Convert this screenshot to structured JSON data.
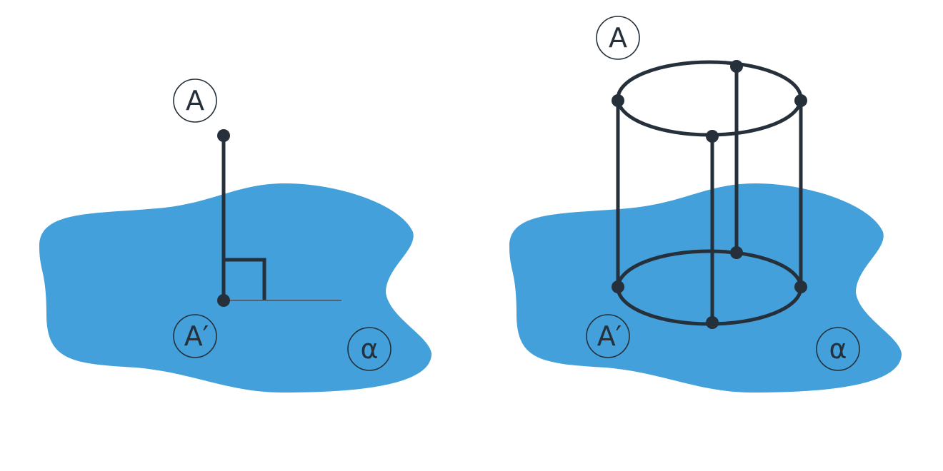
{
  "colors": {
    "plane": "#43a0da",
    "ink": "#25303a",
    "thin_line": "#5a6068"
  },
  "left_figure": {
    "point_label": "A",
    "foot_label": "A′",
    "plane_label": "α"
  },
  "right_figure": {
    "point_label": "A",
    "foot_label": "A′",
    "plane_label": "α"
  }
}
